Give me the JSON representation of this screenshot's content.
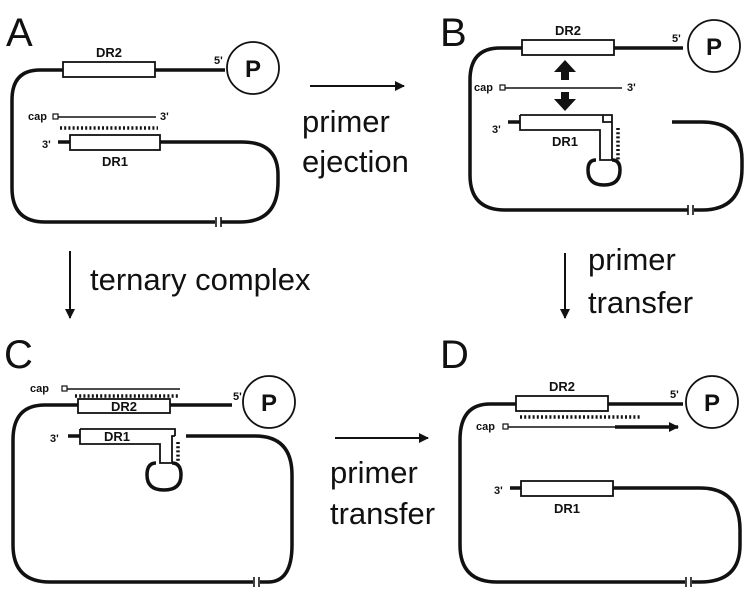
{
  "panels": [
    {
      "id": "A",
      "letter": "A",
      "dr_top": "DR2",
      "dr_bottom": "DR1",
      "five_prime": "5'",
      "protein": "P",
      "cap": "cap",
      "three_prime_primer": "3'",
      "three_prime_strand": "3'"
    },
    {
      "id": "B",
      "letter": "B",
      "dr_top": "DR2",
      "dr_bottom": "DR1",
      "five_prime": "5'",
      "protein": "P",
      "cap": "cap",
      "three_prime_primer": "3'",
      "three_prime_strand": "3'"
    },
    {
      "id": "C",
      "letter": "C",
      "dr_top": "DR2",
      "dr_bottom": "DR1",
      "five_prime": "5'",
      "protein": "P",
      "cap": "cap",
      "three_prime_strand": "3'"
    },
    {
      "id": "D",
      "letter": "D",
      "dr_top": "DR2",
      "dr_bottom": "DR1",
      "five_prime": "5'",
      "protein": "P",
      "cap": "cap",
      "three_prime_strand": "3'"
    }
  ],
  "steps": {
    "a_to_b": [
      "primer",
      "ejection"
    ],
    "a_to_c": [
      "ternary complex"
    ],
    "b_to_d": [
      "primer",
      "transfer"
    ],
    "c_to_d": [
      "primer",
      "transfer"
    ]
  }
}
